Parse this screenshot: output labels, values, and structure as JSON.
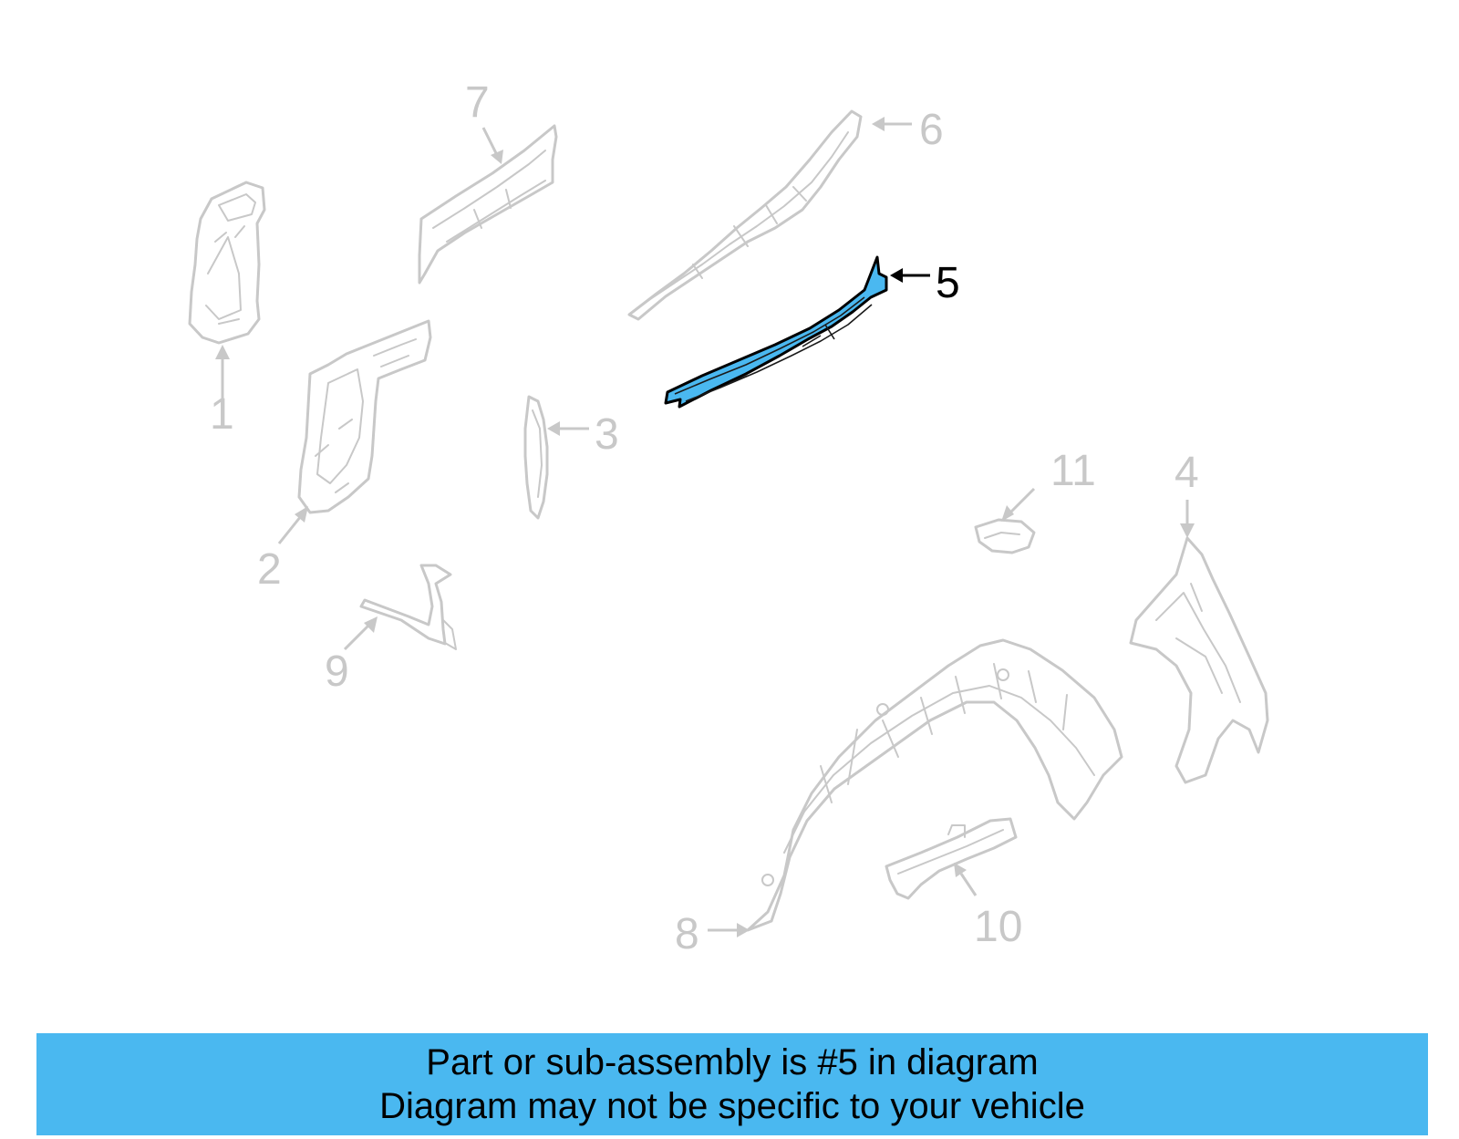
{
  "callouts": {
    "c1": "1",
    "c2": "2",
    "c3": "3",
    "c4": "4",
    "c5": "5",
    "c6": "6",
    "c7": "7",
    "c8": "8",
    "c9": "9",
    "c10": "10",
    "c11": "11"
  },
  "highlight": {
    "part": "5",
    "color": "#4ab8f0"
  },
  "banner": {
    "line1": "Part or sub-assembly is #5 in diagram",
    "line2": "Diagram may not be specific to your vehicle",
    "color": "#4ab8f0"
  }
}
